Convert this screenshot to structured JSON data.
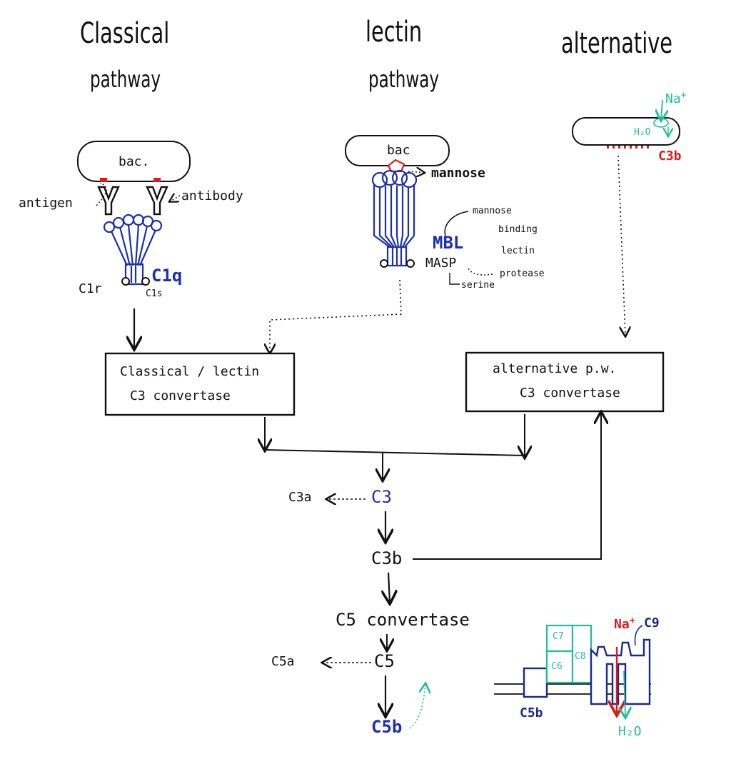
{
  "pathways": {
    "classical": {
      "line1": "Classical",
      "line2": "pathway"
    },
    "lectin": {
      "line1": "lectin",
      "line2": "pathway"
    },
    "alternative": {
      "line1": "alternative"
    }
  },
  "classical_panel": {
    "cell": "bac.",
    "antigen": "antigen",
    "antibody": "antibody",
    "c1q": "C1q",
    "c1r": "C1r",
    "c1s": "C1s"
  },
  "lectin_panel": {
    "cell": "bac",
    "mannose": "mannose",
    "mbl": "MBL",
    "mbl_expansion": [
      "mannose",
      "binding",
      "lectin"
    ],
    "masp": "MASP",
    "protease": "protease",
    "serine": "serine"
  },
  "alternative_panel": {
    "na": "Na",
    "na_charge": "+",
    "h2o": "H₂O",
    "c3b": "C3b"
  },
  "boxes": {
    "classical_lectin": {
      "line1": "Classical / lectin",
      "line2": "C3 convertase"
    },
    "alternative": {
      "line1": "alternative p.w.",
      "line2": "C3 convertase"
    }
  },
  "cascade": {
    "c3": "C3",
    "c3a": "C3a",
    "c3b": "C3b",
    "c5_convertase": "C5 convertase",
    "c5": "C5",
    "c5a": "C5a",
    "c5b": "C5b"
  },
  "mac": {
    "c5b": "C5b",
    "c6": "C6",
    "c7": "C7",
    "c8": "C8",
    "c9": "C9",
    "na": "Na",
    "na_charge": "+",
    "h2o": "H₂O"
  },
  "colors": {
    "ink": "#111111",
    "blue": "#1c2fb0",
    "red": "#e01a1a",
    "teal": "#1fbf9c",
    "navy": "#1a2a8c"
  }
}
